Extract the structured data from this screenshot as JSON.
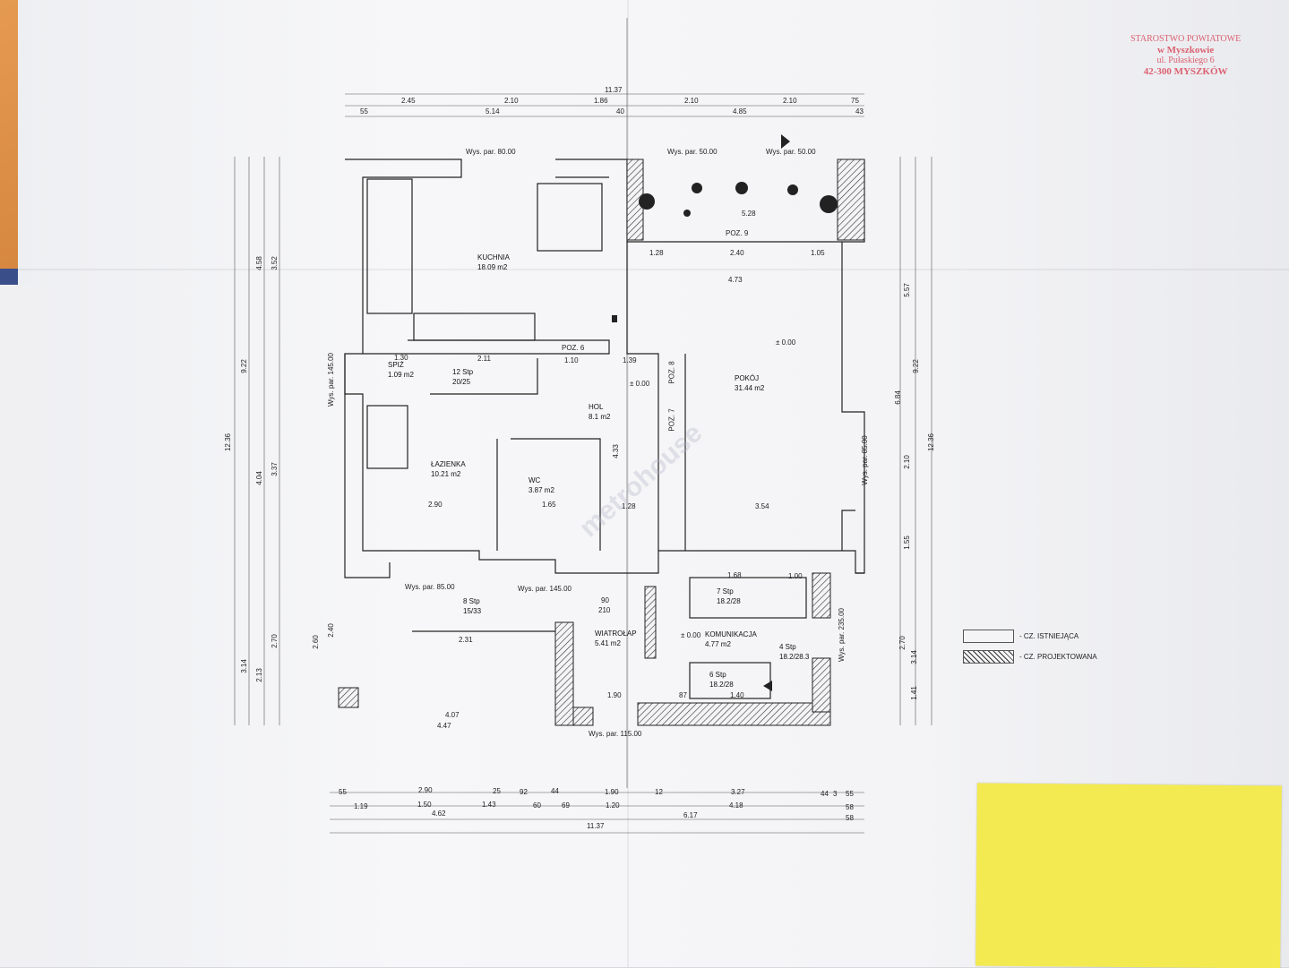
{
  "stamp": {
    "line1": "STAROSTWO POWIATOWE",
    "line2": "w Myszkowie",
    "line3": "ul. Pułaskiego 6",
    "line4": "42-300 MYSZKÓW"
  },
  "legend": {
    "existing": "- CZ. ISTNIEJĄCA",
    "designed": "- CZ. PROJEKTOWANA"
  },
  "watermark": "metrohouse",
  "rooms": [
    {
      "name": "KUCHNIA",
      "area": "18.09 m2"
    },
    {
      "name": "SPIŻ",
      "area": "1.09 m2"
    },
    {
      "name": "ŁAZIENKA",
      "area": "10.21 m2"
    },
    {
      "name": "WC",
      "area": "3.87 m2"
    },
    {
      "name": "HOL",
      "area": "8.1 m2"
    },
    {
      "name": "POKÓJ",
      "area": "31.44 m2"
    },
    {
      "name": "WIATROŁAP",
      "area": "5.41 m2"
    },
    {
      "name": "KOMUNIKACJA",
      "area": "4.77 m2"
    }
  ],
  "positions": {
    "p6": "POZ. 6",
    "p7": "POZ. 7",
    "p8": "POZ. 8",
    "p9": "POZ. 9"
  },
  "stairs": [
    {
      "steps": "12 Stp",
      "ratio": "20/25"
    },
    {
      "steps": "8 Stp",
      "ratio": "15/33"
    },
    {
      "steps": "7 Stp",
      "ratio": "18.2/28"
    },
    {
      "steps": "6 Stp",
      "ratio": "18.2/28"
    },
    {
      "steps": "4 Stp",
      "ratio": "18.2/28.3"
    }
  ],
  "heights": {
    "h80": "Wys. par. 80.00",
    "h50a": "Wys. par. 50.00",
    "h50b": "Wys. par. 50.00",
    "h145a": "Wys. par. 145.00",
    "h85a": "Wys. par. 85.00",
    "h145b": "Wys. par. 145.00",
    "h85b": "Wys. par. 85.00",
    "h235": "Wys. par. 235.00",
    "h115": "Wys. par. 115.00"
  },
  "levels": {
    "l1": "± 0.00",
    "l2": "± 0.00",
    "l3": "± 0.00"
  },
  "dims_top": {
    "total": "11.37",
    "a": "2.45",
    "b": "2.10",
    "c": "1.86",
    "d": "2.10",
    "e": "2.10",
    "f": "75",
    "g": "55",
    "h": "5.14",
    "i": "40",
    "j": "4.85",
    "k": "43"
  },
  "dims_bottom": {
    "a": "55",
    "b": "2.90",
    "c": "25",
    "d": "92",
    "e": "44",
    "f": "1.90",
    "g": "12",
    "h": "3.27",
    "i": "44",
    "j": "3",
    "k": "55",
    "l": "1.19",
    "m": "1.50",
    "n": "1.43",
    "o": "60",
    "p": "69",
    "q": "1.20",
    "r": "4.18",
    "s": "58",
    "t": "4.62",
    "u": "6.17",
    "v": "58",
    "total": "11.37"
  },
  "dims_left": {
    "total": "12.36",
    "a": "9.22",
    "b": "4.58",
    "c": "3.52",
    "d": "4.04",
    "e": "3.37",
    "f": "3.14",
    "g": "2.70",
    "h": "2.13",
    "i": "2.60",
    "j": "2.40"
  },
  "dims_right": {
    "total": "12.36",
    "a": "9.22",
    "b": "5.57",
    "c": "6.84",
    "d": "2.10",
    "e": "1.55",
    "f": "3.14",
    "g": "2.70",
    "h": "1.41"
  },
  "dims_inner": {
    "k1": "5.28",
    "k2": "1.28",
    "k3": "2.40",
    "k4": "1.05",
    "k5": "4.73",
    "s1": "1.30",
    "s2": "2.11",
    "s3": "1.10",
    "s4": "1.39",
    "l1": "2.90",
    "l2": "1.65",
    "l3": "1.28",
    "l4": "3.54",
    "l5": "4.33",
    "l6": "2.31",
    "l7": "4.07",
    "l8": "4.47",
    "w1": "1.90",
    "w2": "1.68",
    "w3": "1.00",
    "w4": "1.40",
    "w5": "87",
    "d1": "90",
    "d2": "210"
  }
}
